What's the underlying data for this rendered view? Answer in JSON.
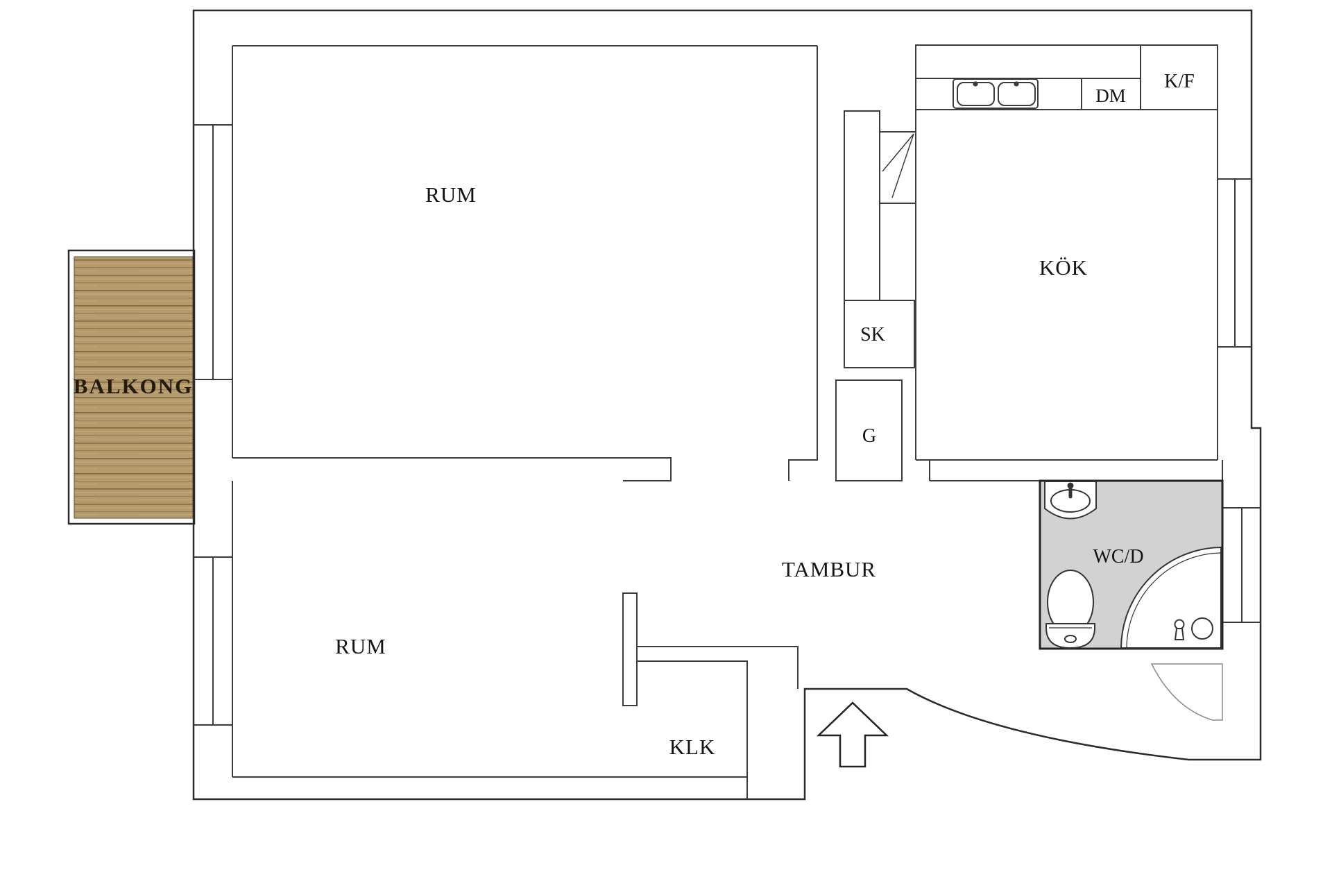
{
  "plan": {
    "rooms": {
      "room_top": "RUM",
      "room_bottom": "RUM",
      "kitchen": "KÖK",
      "hall": "TAMBUR",
      "closet": "KLK",
      "cleaning_closet": "SK",
      "wardrobe": "G",
      "bathroom": "WC/D",
      "balcony": "BALKONG"
    },
    "appliances": {
      "dishwasher": "DM",
      "fridge_freezer": "K/F"
    },
    "colors": {
      "wall_line": "#3b3b3b",
      "outer_line": "#2a2a2a",
      "bathroom_floor": "#d2d2d2",
      "bathroom_border": "#222222",
      "wood_base": "#b59a6c",
      "wood_seam": "#7e6844",
      "wood_grain": "#c9b080",
      "label": "#141414"
    }
  }
}
